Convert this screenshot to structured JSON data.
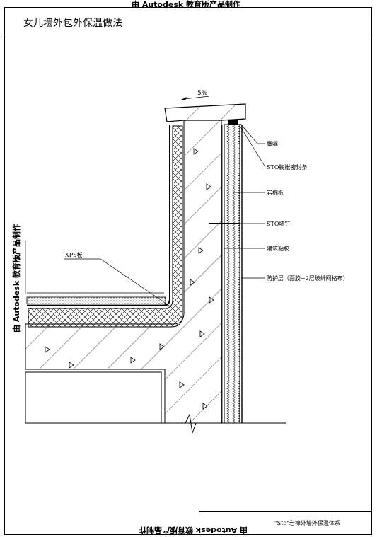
{
  "watermark": "由 Autodesk 教育版产品制作",
  "title": "女儿墙外包外保温做法",
  "slope_label": "5%",
  "labels": {
    "drip": "鹰嘴",
    "sealing_strip": "STO膨胀密封条",
    "rock_wool": "岩棉板",
    "anchor": "STO墙钉",
    "adhesive": "建筑粘胶",
    "protective_layer": "防护层（面胶+2层玻纤网格布）",
    "xps": "XPS板"
  },
  "titleblock": {
    "system_name": "\"Sto\"岩棉外墙外保温体系"
  }
}
